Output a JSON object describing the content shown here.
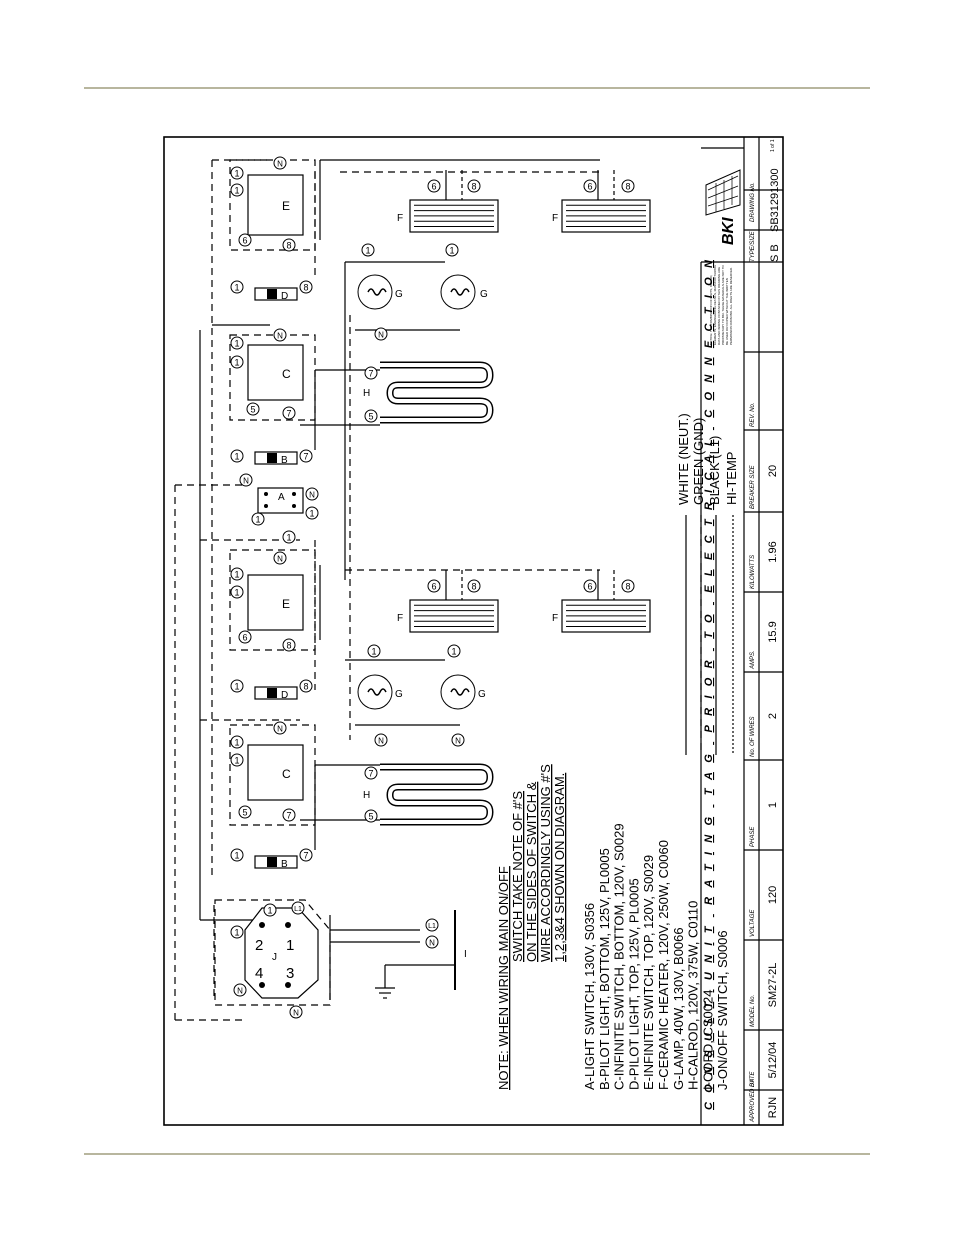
{
  "header_rule_color": "#b8b69e",
  "notice_title": "CONSULT UNIT RATING TAG PRIOR TO ELECTRICAL CONNECTION",
  "note": {
    "line1": "NOTE: WHEN WIRING MAIN ON/OFF",
    "line2": "SWITCH TAKE NOTE OF #'S",
    "line3": "ON THE SIDES OF SWITCH &",
    "line4": "WIRE ACCORDINGLY USING #'S",
    "line5": "1,2,3&4 SHOWN ON DIAGRAM."
  },
  "legend": [
    "A-LIGHT SWITCH, 130V, S0356",
    "B-PILOT LIGHT, BOTTOM, 125V, PL0005",
    "C-INFINITE SWITCH, BOTTOM, 120V, S0029",
    "D-PILOT LIGHT, TOP, 125V, PL0005",
    "E-INFINITE SWITCH, TOP, 120V, S0029",
    "F-CERAMIC HEATER, 120V, 250W, C0060",
    "G-LAMP, 40W, 130V, B0066",
    "H-CALROD, 120V, 375W, C0110",
    "I-CORD, CS0024",
    "J-ON/OFF SWITCH, S0006"
  ],
  "wire_legend": [
    "WHITE (NEUT.)",
    "GREEN (GND)",
    "BLACK (L1)",
    "HI-TEMP"
  ],
  "title_block": {
    "headers": [
      "APPROVED BY",
      "DATE",
      "MODEL No.",
      "VOLTAGE",
      "PHASE",
      "No. OF WIRES",
      "AMPS.",
      "KILOWATTS",
      "BREAKER SIZE",
      "REV. No."
    ],
    "values": [
      "RJN",
      "5/12/04",
      "SM27-2L",
      "120",
      "1",
      "2",
      "15.9",
      "1.96",
      "20",
      ""
    ],
    "type_size_label": "TYPE/SIZE",
    "type_size": "S B",
    "drawing_no_label": "DRAWING No.",
    "drawing_no": "SB31291300",
    "sheet": "1 of 1",
    "logo_text": "BKI",
    "notice_small": "NOTICE: THE COMBINATION OF PARTS, DESIGN, ELEMENTS, ENGINEERING DETAILS, MANUFACTURING DATA AND WIRING CONTAINED IN THIS DRAWING ARE PROPRIETARY TO BKI. THESE MATERIALS ARE NOT TO BE USED OR COPIED WITHOUT THE WRITTEN PERMISSION FROM BKI. ALL RIGHTS ARE RESERVED."
  },
  "labels": {
    "A": "A",
    "B": "B",
    "C": "C",
    "D": "D",
    "E": "E",
    "F": "F",
    "G": "G",
    "H": "H",
    "I": "I",
    "J": "J",
    "t1": "1",
    "t5": "5",
    "t6": "6",
    "t7": "7",
    "t8": "8",
    "tN": "N",
    "tL1": "L1",
    "j1": "1",
    "j2": "2",
    "j3": "3",
    "j4": "4"
  }
}
